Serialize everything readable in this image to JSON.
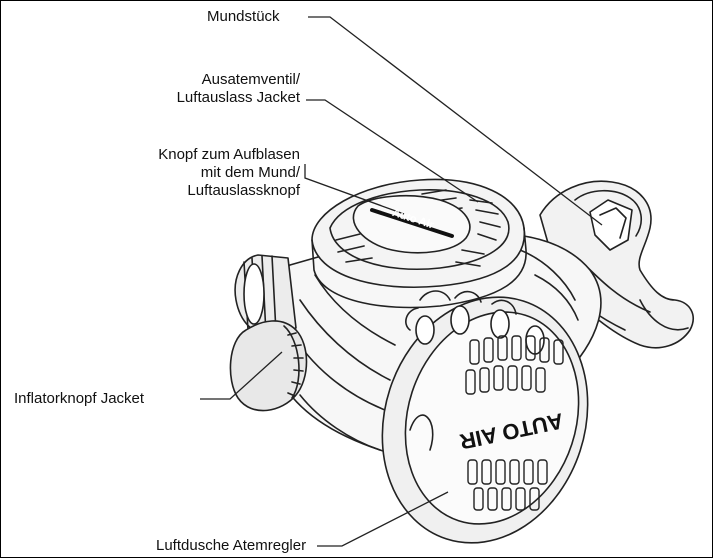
{
  "labels": {
    "mouthpiece": "Mundstück",
    "exhaust_line1": "Ausatemventil/",
    "exhaust_line2": "Luftauslass Jacket",
    "button_line1": "Knopf zum Aufblasen",
    "button_line2": "mit dem Mund/",
    "button_line3": "Luftauslassknopf",
    "inflator": "Inflatorknopf Jacket",
    "purge": "Luftdusche Atemregler"
  },
  "device": {
    "front_cover_text": "AUTO AIR",
    "top_button_text": "Auto Air"
  }
}
